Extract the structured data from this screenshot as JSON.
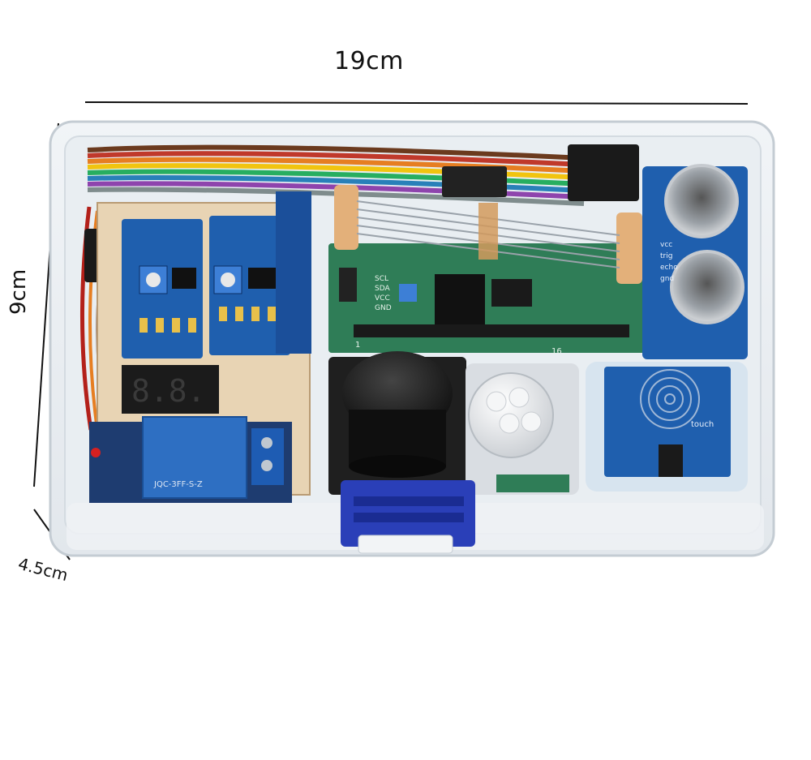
{
  "dimensions": {
    "width": "19cm",
    "height": "9cm",
    "depth": "4.5cm"
  },
  "board_labels": {
    "sonar_vcc": "vcc",
    "sonar_trig": "trig",
    "sonar_echo": "echo",
    "sonar_gnd": "gnd",
    "touch": "touch",
    "lcd_scl": "SCL",
    "lcd_sda": "SDA",
    "lcd_vcc": "VCC",
    "lcd_gnd": "GND",
    "relay_text": "JQC-3FF-S-Z",
    "seg_display": "8.8.",
    "lcd_pin1": "1",
    "lcd_pin16": "16"
  },
  "colors": {
    "pcb_blue": "#1f5fae",
    "pcb_green": "#2f7d57",
    "case_edge": "#cfd6dd",
    "clip_blue": "#2a3fb8",
    "relay_blue": "#2e6fc2"
  }
}
